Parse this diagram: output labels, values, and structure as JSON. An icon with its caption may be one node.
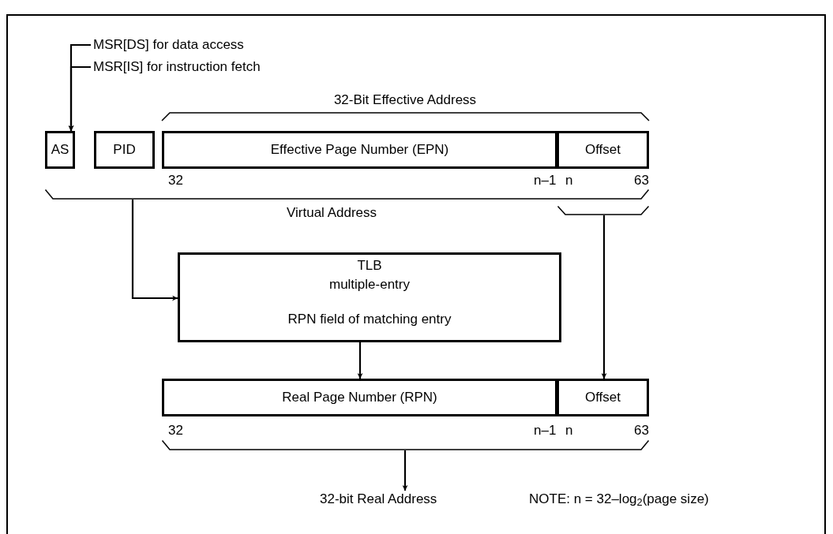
{
  "diagram": {
    "nodes": [
      {
        "text": [
          "MSR[DS] for data access"
        ]
      },
      {
        "text": [
          "MSR[IS] for instruction fetch"
        ]
      },
      {
        "text": [
          "AS"
        ]
      },
      {
        "text": [
          "PID"
        ]
      },
      {
        "text": [
          "Effective Page Number (EPN)"
        ]
      },
      {
        "text": [
          "Offset"
        ]
      },
      {
        "text": [
          "TLB",
          "multiple-entry",
          "RPN field of matching entry"
        ]
      },
      {
        "text": [
          "Real Page Number (RPN)"
        ]
      },
      {
        "text": [
          "Offset"
        ]
      },
      {
        "text": [
          "32-bit Real Address"
        ]
      },
      {
        "text": [],
        "shape": "bracket"
      },
      {
        "text": [],
        "shape": "bracket"
      },
      {
        "text": [],
        "shape": "bracket"
      }
    ],
    "edges": [
      {
        "from": 0,
        "to": 2,
        "arrow": "to"
      },
      {
        "from": 1,
        "to": 2,
        "arrow": "to"
      },
      {
        "from": 10,
        "to": 6,
        "arrow": "to"
      },
      {
        "from": 11,
        "to": 8,
        "arrow": "to"
      },
      {
        "from": 6,
        "to": 7,
        "arrow": "to"
      },
      {
        "from": 12,
        "to": 9,
        "arrow": "to"
      }
    ],
    "labels": [
      "32-Bit Effective Address",
      "32",
      "n–1",
      "n",
      "63",
      "Virtual Address",
      "32",
      "n–1",
      "n",
      "63",
      "NOTE: n = 32–log$_{2}$(page size)"
    ]
  }
}
